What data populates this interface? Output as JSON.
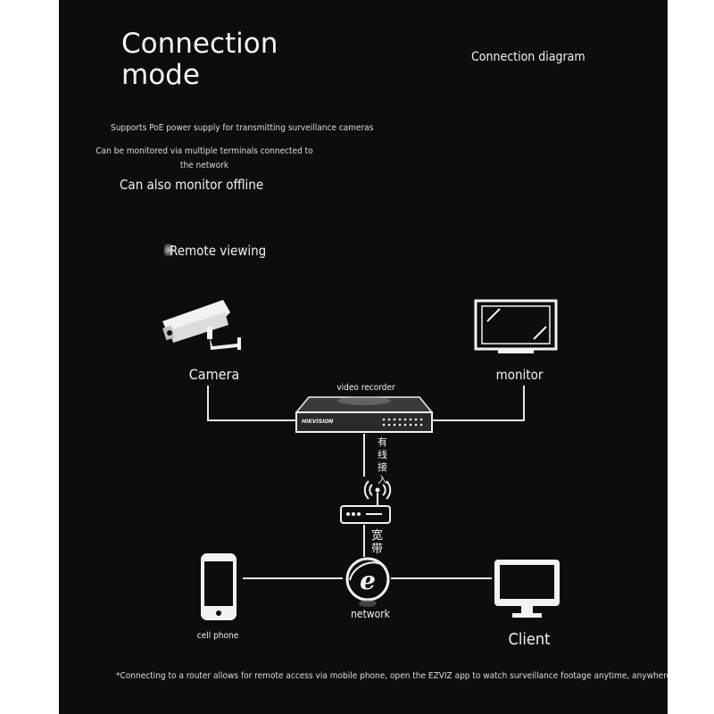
{
  "header": {
    "title": "Connection mode",
    "diagram_title": "Connection diagram"
  },
  "features": [
    "Supports PoE power supply for transmitting surveillance cameras",
    "Can be monitored via multiple terminals connected to the network",
    "Can also monitor offline",
    "Remote viewing"
  ],
  "nodes": {
    "camera": "Camera",
    "monitor": "monitor",
    "recorder": "video recorder",
    "recorder_brand": "HIKVISION",
    "wired_access": "有线接入",
    "broadband": "宽带",
    "network": "network",
    "cell_phone": "cell phone",
    "client": "Client"
  },
  "footnote": "*Connecting to a router allows for remote access via mobile phone, open the EZVIZ app to watch surveillance footage anytime, anywhere",
  "colors": {
    "background": "#0d0d0d",
    "foreground": "#f2f2f2",
    "page": "#ffffff"
  },
  "icons": [
    "camera-icon",
    "monitor-icon",
    "video-recorder-icon",
    "wifi-icon",
    "router-icon",
    "internet-explorer-icon",
    "cell-phone-icon",
    "client-computer-icon"
  ]
}
